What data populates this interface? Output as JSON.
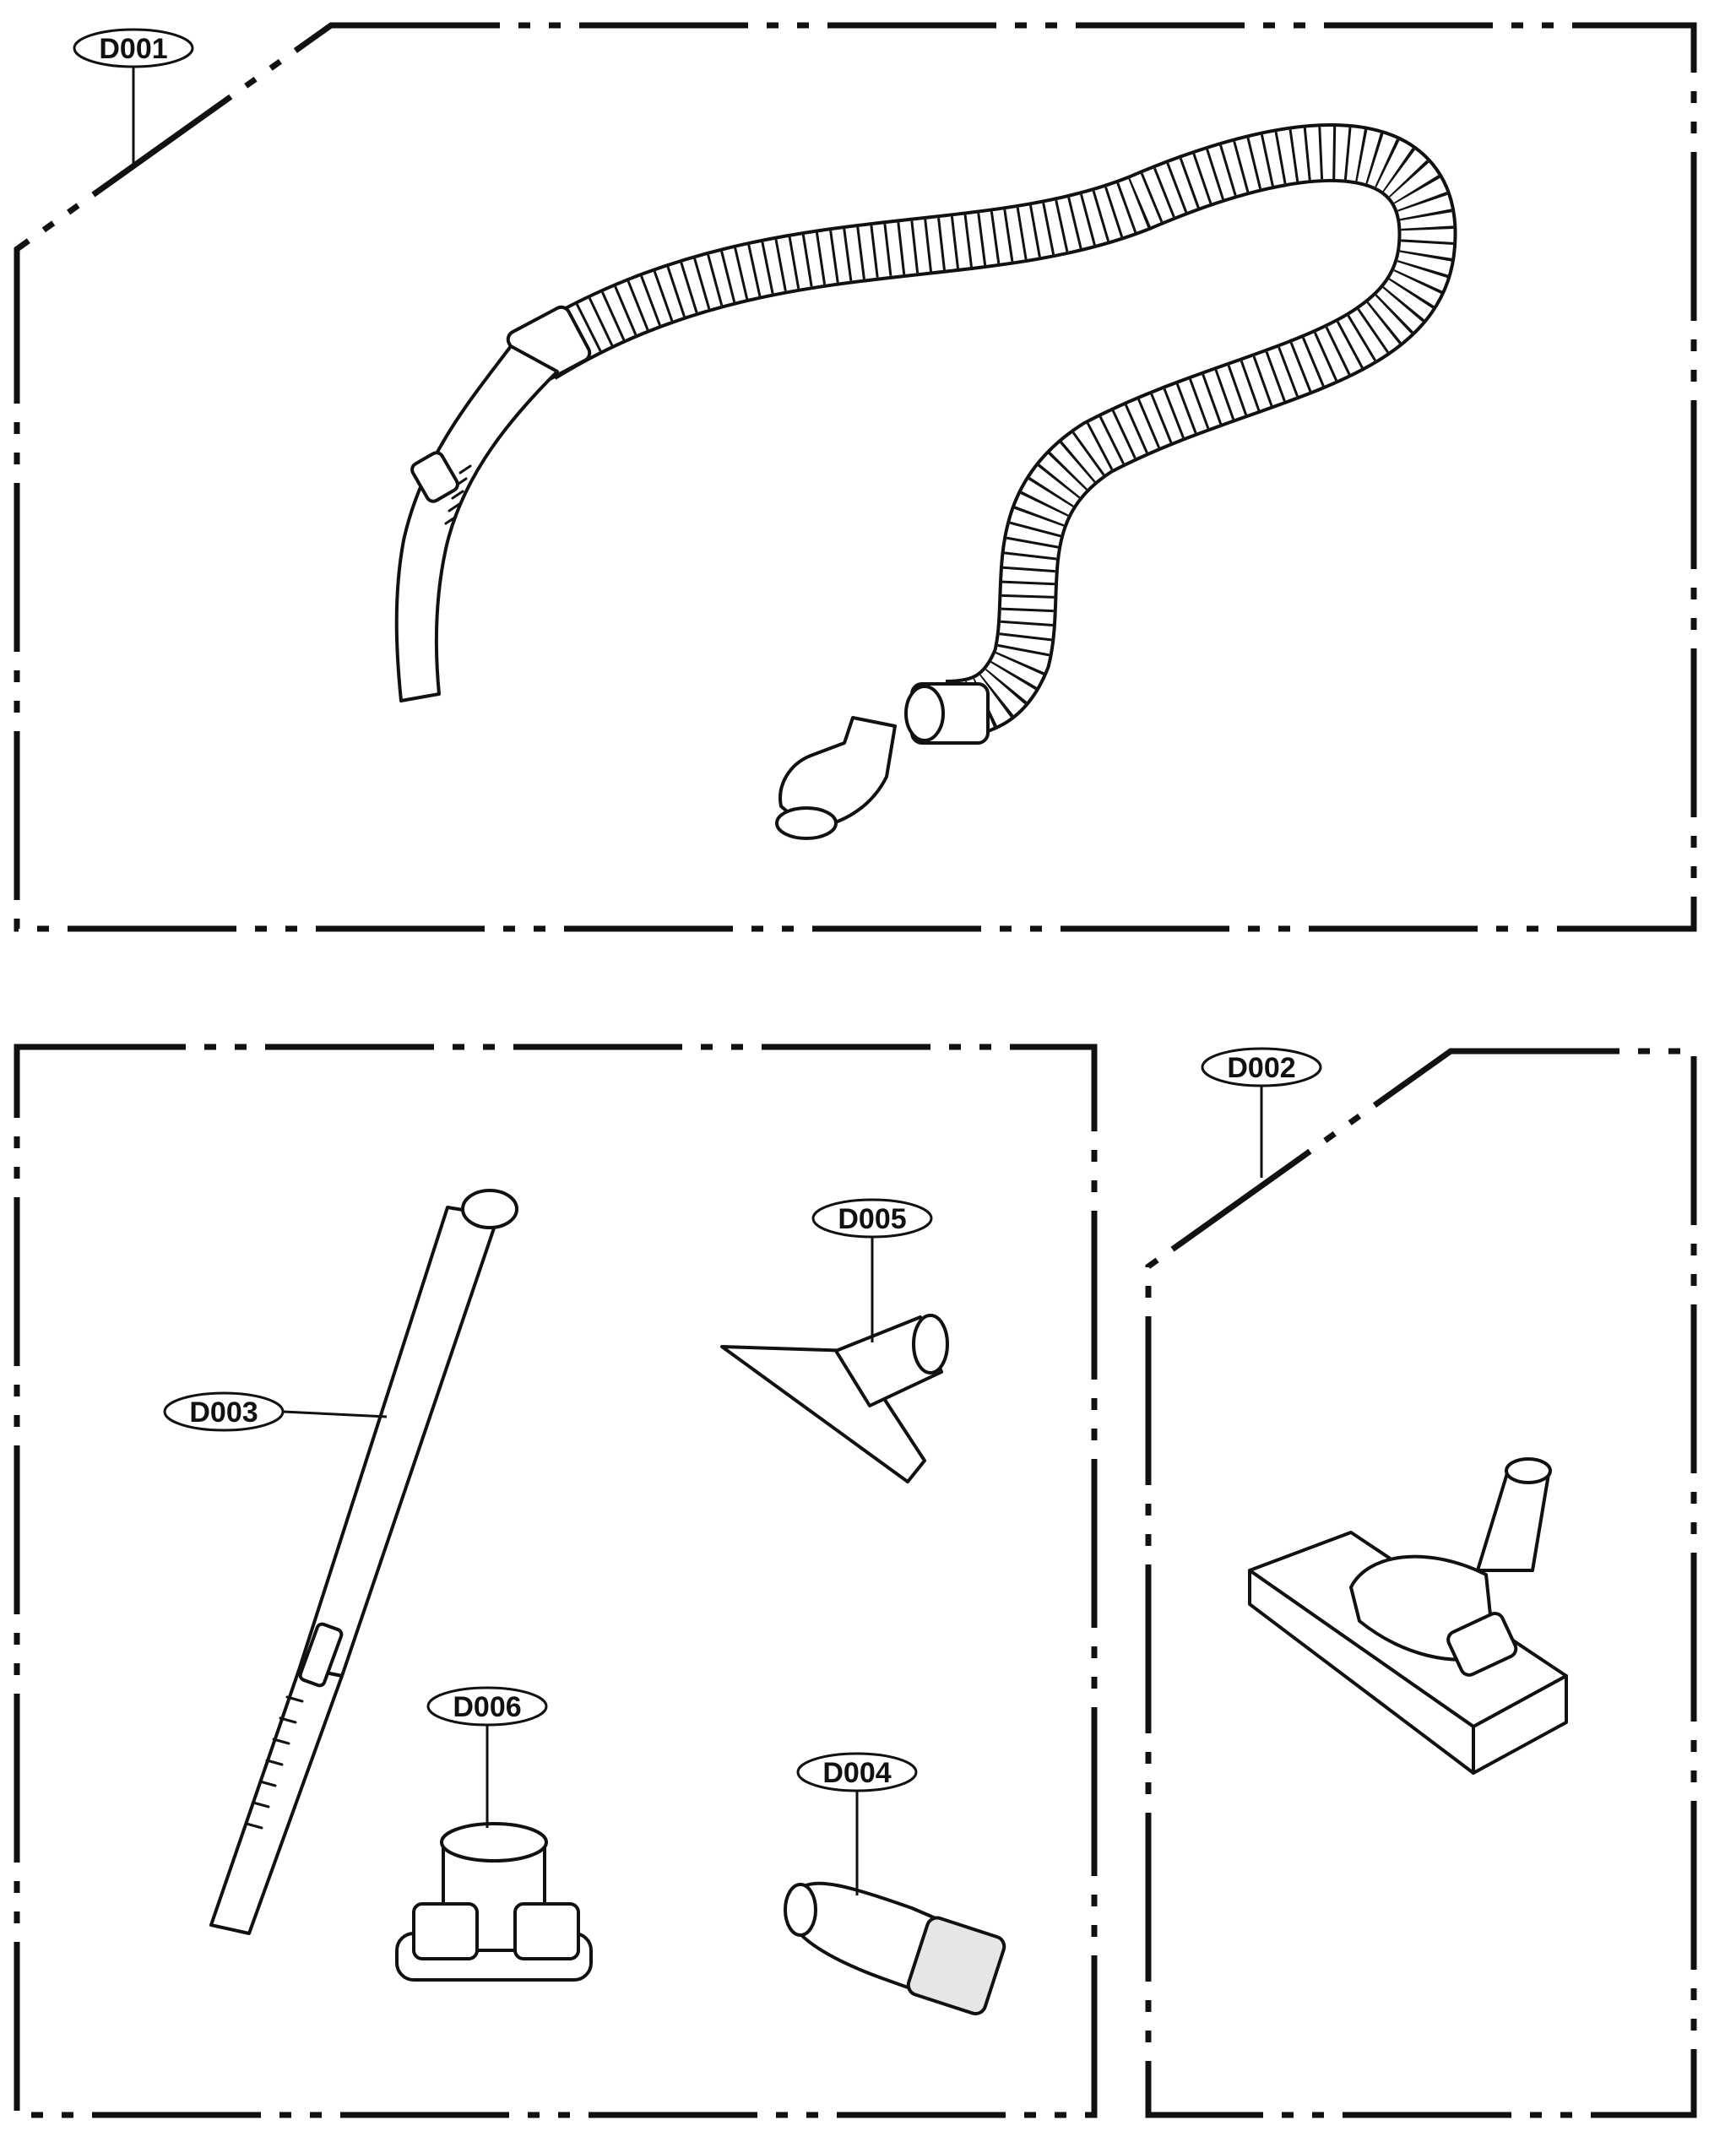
{
  "callouts": {
    "d001": "D001",
    "d002": "D002",
    "d003": "D003",
    "d004": "D004",
    "d005": "D005",
    "d006": "D006"
  }
}
